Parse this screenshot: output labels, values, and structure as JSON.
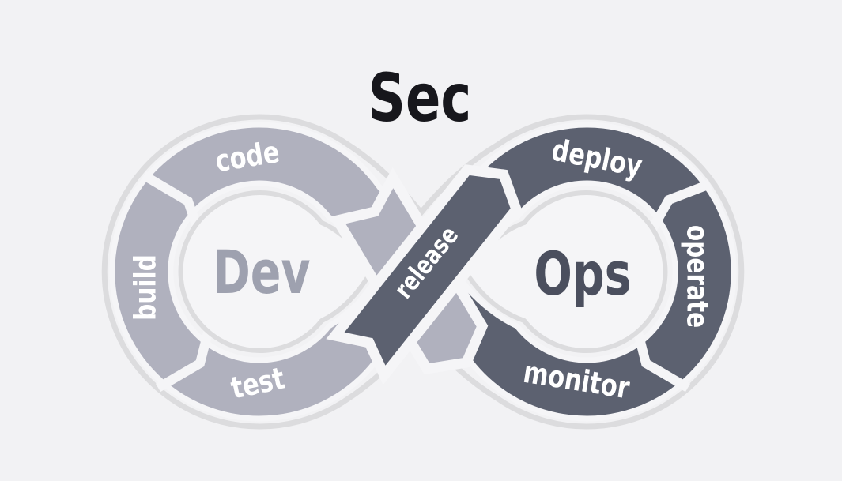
{
  "title": "Sec",
  "left_loop": {
    "center_label": "Dev",
    "segments": {
      "top": "code",
      "left": "build",
      "bottom": "test"
    }
  },
  "right_loop": {
    "center_label": "Ops",
    "segments": {
      "top": "deploy",
      "right": "operate",
      "bottom": "monitor"
    }
  },
  "connector": {
    "label": "release"
  },
  "colors": {
    "background": "#f2f2f4",
    "dev_band": "#b0b1be",
    "ops_band": "#5c6170",
    "outline": "#dcdcde",
    "gap": "#f5f5f7",
    "dev_text": "#9ea1af",
    "ops_text": "#4b4f5e",
    "sec_text": "#17171c",
    "label_text": "#ffffff"
  }
}
